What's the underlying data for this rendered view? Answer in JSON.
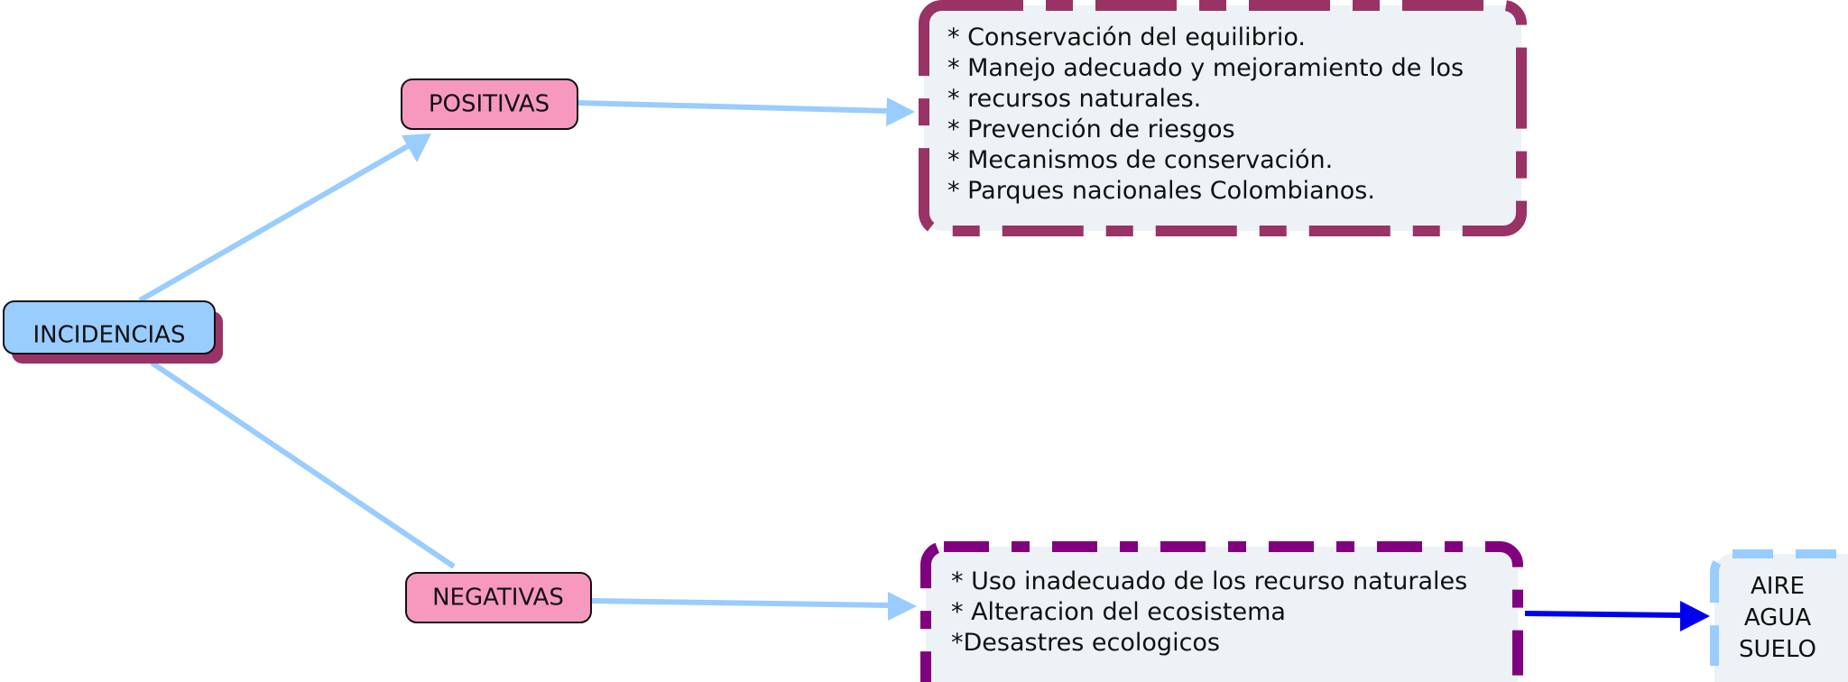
{
  "nodes": {
    "root": {
      "label": "INCIDENCIAS"
    },
    "positive": {
      "label": "POSITIVAS"
    },
    "negative": {
      "label": "NEGATIVAS"
    },
    "positive_details": {
      "lines": [
        "* Conservación del equilibrio.",
        "* Manejo adecuado y mejoramiento de los",
        "* recursos naturales.",
        "* Prevención de riesgos",
        "* Mecanismos de conservación.",
        "* Parques nacionales Colombianos."
      ]
    },
    "negative_details": {
      "lines": [
        "* Uso inadecuado de los recurso naturales",
        "* Alteracion del ecosistema",
        "*Desastres ecologicos"
      ]
    },
    "resources": {
      "lines": [
        "AIRE",
        "AGUA",
        "SUELO"
      ]
    }
  },
  "colors": {
    "root_fill": "#99ccff",
    "root_shadow": "#993366",
    "category_fill": "#f799bf",
    "connector": "#99ccff",
    "positive_border": "#993366",
    "negative_border": "#800080",
    "resources_border": "#99ccff",
    "detail_fill": "#ecf2f5",
    "strong_arrow": "#0000ee"
  }
}
